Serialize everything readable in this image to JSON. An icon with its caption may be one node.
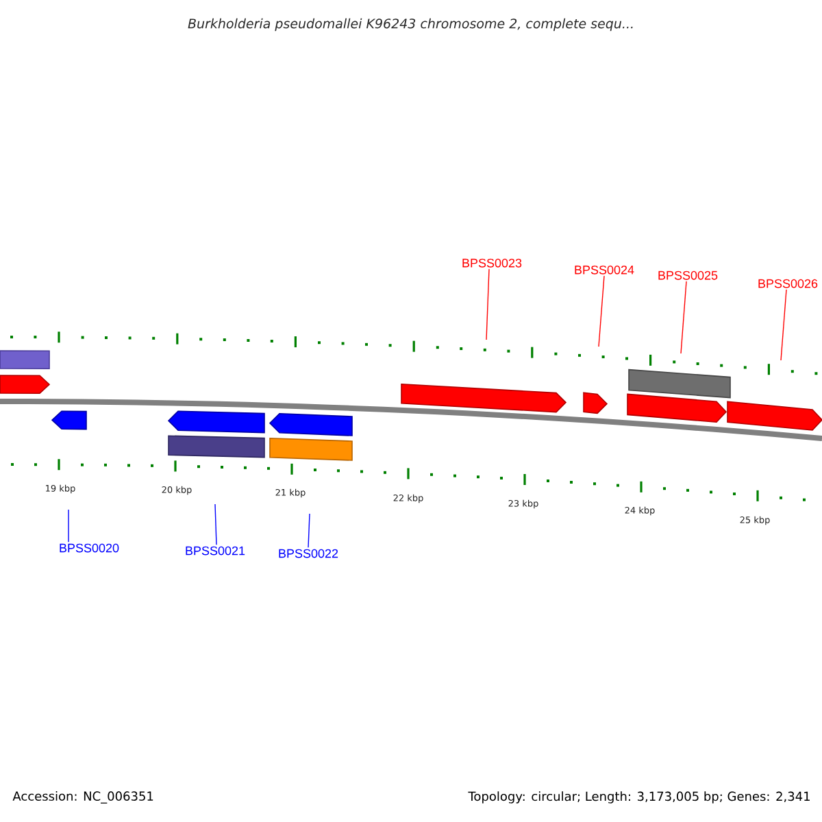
{
  "diagram": {
    "title": "Burkholderia pseudomallei K96243 chromosome 2, complete sequ...",
    "nodes": [
      {
        "text": [
          "BPSS0020"
        ]
      },
      {
        "text": [
          "BPSS0021"
        ]
      },
      {
        "text": [
          "BPSS0022"
        ]
      },
      {
        "text": [
          "BPSS0023"
        ]
      },
      {
        "text": [
          "BPSS0024"
        ]
      },
      {
        "text": [
          "BPSS0025"
        ]
      },
      {
        "text": [
          "BPSS0026"
        ]
      }
    ],
    "edges": [
      {
        "from": 0,
        "to": null,
        "arrow": "none",
        "color": "#0000ff"
      },
      {
        "from": 1,
        "to": null,
        "arrow": "none",
        "color": "#0000ff"
      },
      {
        "from": 2,
        "to": null,
        "arrow": "none",
        "color": "#0000ff"
      },
      {
        "from": 3,
        "to": null,
        "arrow": "none",
        "color": "#ff0000"
      },
      {
        "from": 4,
        "to": null,
        "arrow": "none",
        "color": "#ff0000"
      },
      {
        "from": 5,
        "to": null,
        "arrow": "none",
        "color": "#ff0000"
      },
      {
        "from": 6,
        "to": null,
        "arrow": "none",
        "color": "#ff0000"
      }
    ],
    "labels": [
      "19 kbp",
      "20 kbp",
      "21 kbp",
      "22 kbp",
      "23 kbp",
      "24 kbp",
      "25 kbp",
      "Accession: NC_006351",
      "Topology: circular; Length: 3,173,005 bp; Genes: 2,341"
    ]
  }
}
